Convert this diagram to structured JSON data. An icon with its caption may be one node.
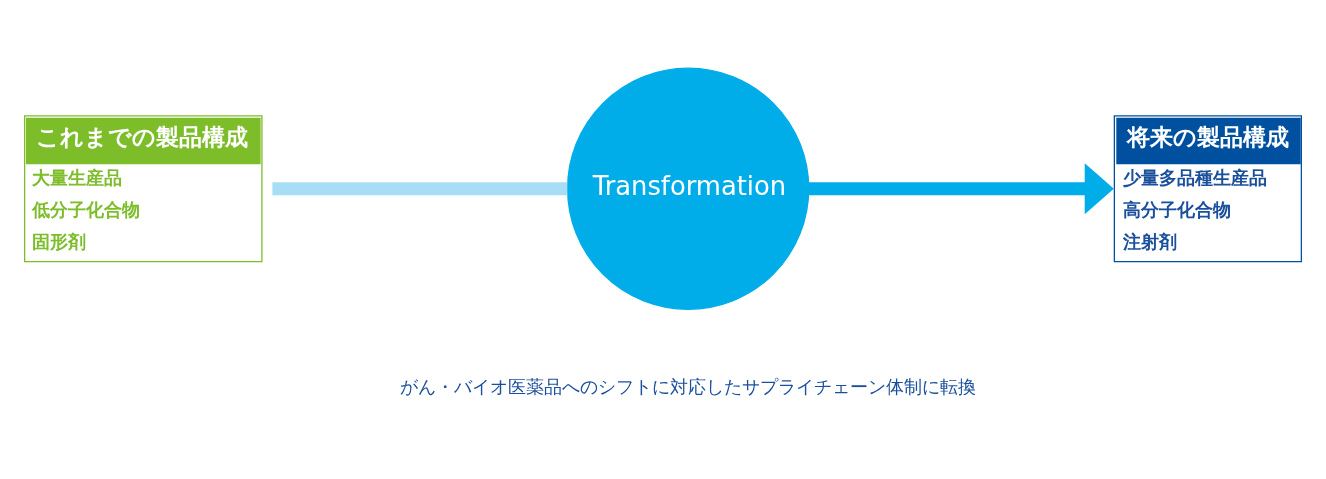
{
  "diagram": {
    "nodes": [
      {
        "text": [
          "これまでの製品構成",
          "大量生産品",
          "低分子化合物",
          "固形剤"
        ]
      },
      {
        "text": [
          "Transformation"
        ],
        "beside": [
          "がん・バイオ医薬品へのシフトに対応したサプライチェーン体制に転換"
        ]
      },
      {
        "text": [
          "将来の製品構成",
          "少量多品種生産品",
          "高分子化合物",
          "注射剤"
        ]
      }
    ],
    "edges": [
      {
        "from": 0,
        "to": 1,
        "arrow": "none",
        "color": "#a8def5"
      },
      {
        "from": 1,
        "to": 2,
        "arrow": "to",
        "color": "#00ade9"
      }
    ]
  }
}
